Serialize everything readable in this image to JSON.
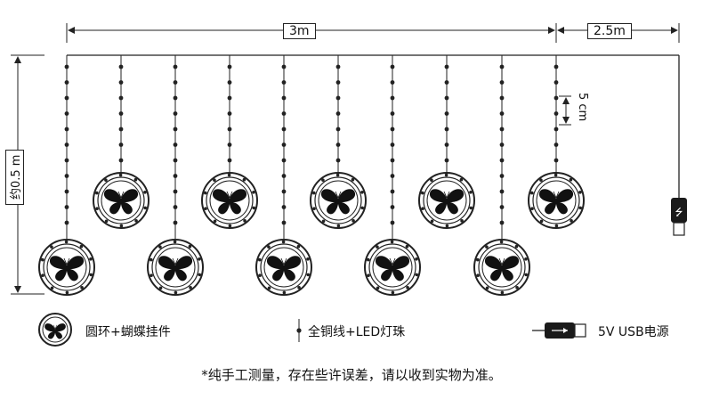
{
  "dimensions": {
    "width_main": "3m",
    "width_extension": "2.5m",
    "height": "约0.5 m",
    "spacing": "5 cm"
  },
  "legend": {
    "ring_item": "圆环+蝴蝶挂件",
    "wire_item": "全铜线+LED灯珠",
    "power_item": "5V  USB电源"
  },
  "note": "*纯手工测量，存在些许误差，请以收到实物为准。",
  "colors": {
    "line": "#222222",
    "ink": "#111111",
    "background": "#ffffff"
  }
}
